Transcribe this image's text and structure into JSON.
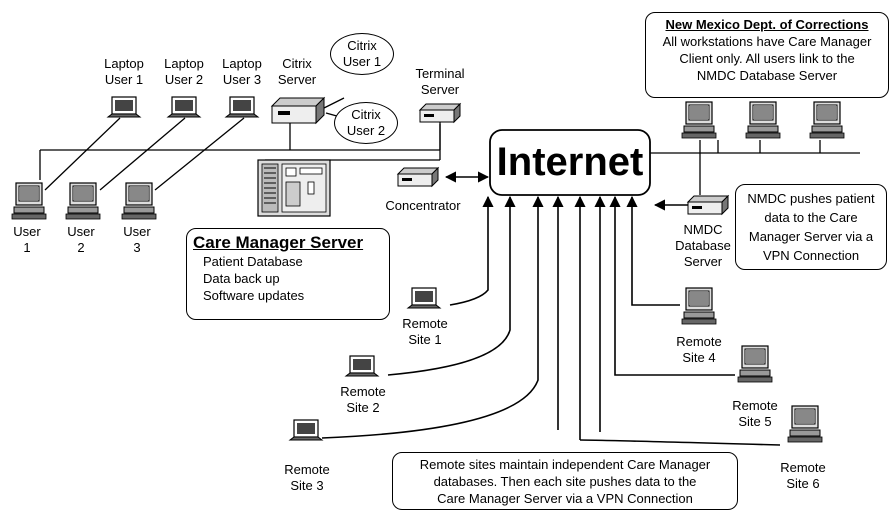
{
  "internet": {
    "label": "Internet"
  },
  "laptops": [
    {
      "line1": "Laptop",
      "line2": "User 1"
    },
    {
      "line1": "Laptop",
      "line2": "User 2"
    },
    {
      "line1": "Laptop",
      "line2": "User 3"
    }
  ],
  "citrix_server": {
    "line1": "Citrix",
    "line2": "Server"
  },
  "citrix_users": [
    {
      "line1": "Citrix",
      "line2": "User 1"
    },
    {
      "line1": "Citrix",
      "line2": "User 2"
    }
  ],
  "terminal_server": {
    "line1": "Terminal",
    "line2": "Server"
  },
  "concentrator": {
    "label": "Concentrator"
  },
  "users": [
    {
      "line1": "User",
      "line2": "1"
    },
    {
      "line1": "User",
      "line2": "2"
    },
    {
      "line1": "User",
      "line2": "3"
    }
  ],
  "care_manager_server": {
    "title": "Care Manager Server",
    "items": [
      "Patient Database",
      "Data back up",
      "Software updates"
    ]
  },
  "nmdc_info": {
    "title": "New Mexico Dept. of Corrections",
    "lines": [
      "All workstations have Care Manager",
      "Client only.  All users link to the",
      "NMDC Database Server"
    ]
  },
  "nmdc_server": {
    "line1": "NMDC",
    "line2": "Database",
    "line3": "Server"
  },
  "nmdc_push": {
    "lines": [
      "NMDC pushes patient",
      "data to the Care",
      "Manager Server via a",
      "VPN Connection"
    ]
  },
  "remote_sites": [
    {
      "line1": "Remote",
      "line2": "Site 1"
    },
    {
      "line1": "Remote",
      "line2": "Site 2"
    },
    {
      "line1": "Remote",
      "line2": "Site 3"
    },
    {
      "line1": "Remote",
      "line2": "Site 4"
    },
    {
      "line1": "Remote",
      "line2": "Site 5"
    },
    {
      "line1": "Remote",
      "line2": "Site 6"
    }
  ],
  "remote_note": {
    "lines": [
      "Remote sites  maintain independent  Care Manager",
      "databases. Then each site pushes data to the",
      "Care Manager Server via a VPN Connection"
    ]
  }
}
